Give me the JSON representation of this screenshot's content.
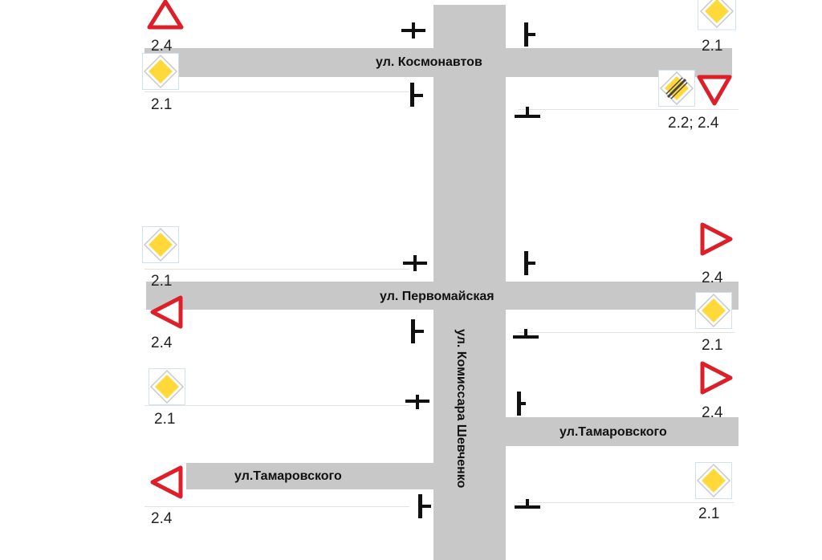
{
  "streets": {
    "kosmonavtov": "ул. Космонавтов",
    "pervomayskaya": "ул. Первомайская",
    "komissara": "ул. Комиссара Шевченко",
    "tamarovskogo_right": "ул.Тамаровского",
    "tamarovskogo_left": "ул.Тамаровского"
  },
  "sign_codes": {
    "tl_top": "2.4",
    "tl_kosm": "2.1",
    "tr_top": "2.1",
    "tr_kosm": "2.2; 2.4",
    "ml_perv": "2.1",
    "mr_perv": "2.4",
    "ml_perv_below": "2.4",
    "mr_perv_below": "2.1",
    "ml_mid": "2.1",
    "mr_mid": "2.4",
    "bl_tam": "2.4",
    "br_tam": "2.1"
  },
  "colors": {
    "road": "#c8c8c8",
    "main_road_sign": "#ffd83a",
    "yield_border": "#dd1f2a"
  }
}
